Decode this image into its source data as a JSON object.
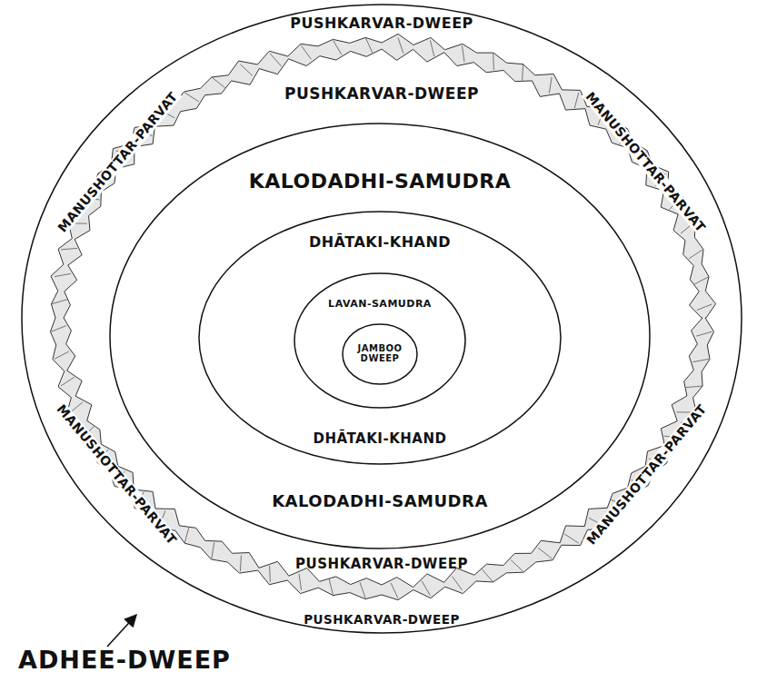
{
  "diagram": {
    "nodes": [
      {
        "text": [
          "PUSHKARVAR-DWEEP",
          "PUSHKARVAR-DWEEP"
        ]
      },
      {
        "text": [
          "MANUSHOTTAR-PARVAT",
          "MANUSHOTTAR-PARVAT",
          "MANUSHOTTAR-PARVAT",
          "MANUSHOTTAR-PARVAT",
          "PUSHKARVAR-DWEEP",
          "PUSHKARVAR-DWEEP"
        ],
        "in": 0
      },
      {
        "text": [
          "KALODADHI-SAMUDRA",
          "KALODADHI-SAMUDRA"
        ],
        "in": 1
      },
      {
        "text": [
          "DHĀTAKI-KHAND",
          "DHĀTAKI-KHAND"
        ],
        "in": 2
      },
      {
        "text": [
          "LAVAN-SAMUDRA"
        ],
        "in": 3
      },
      {
        "text": [
          "JAMBOO DWEEP"
        ],
        "in": 4
      }
    ],
    "labels": [
      "ADHEE-DWEEP"
    ]
  }
}
